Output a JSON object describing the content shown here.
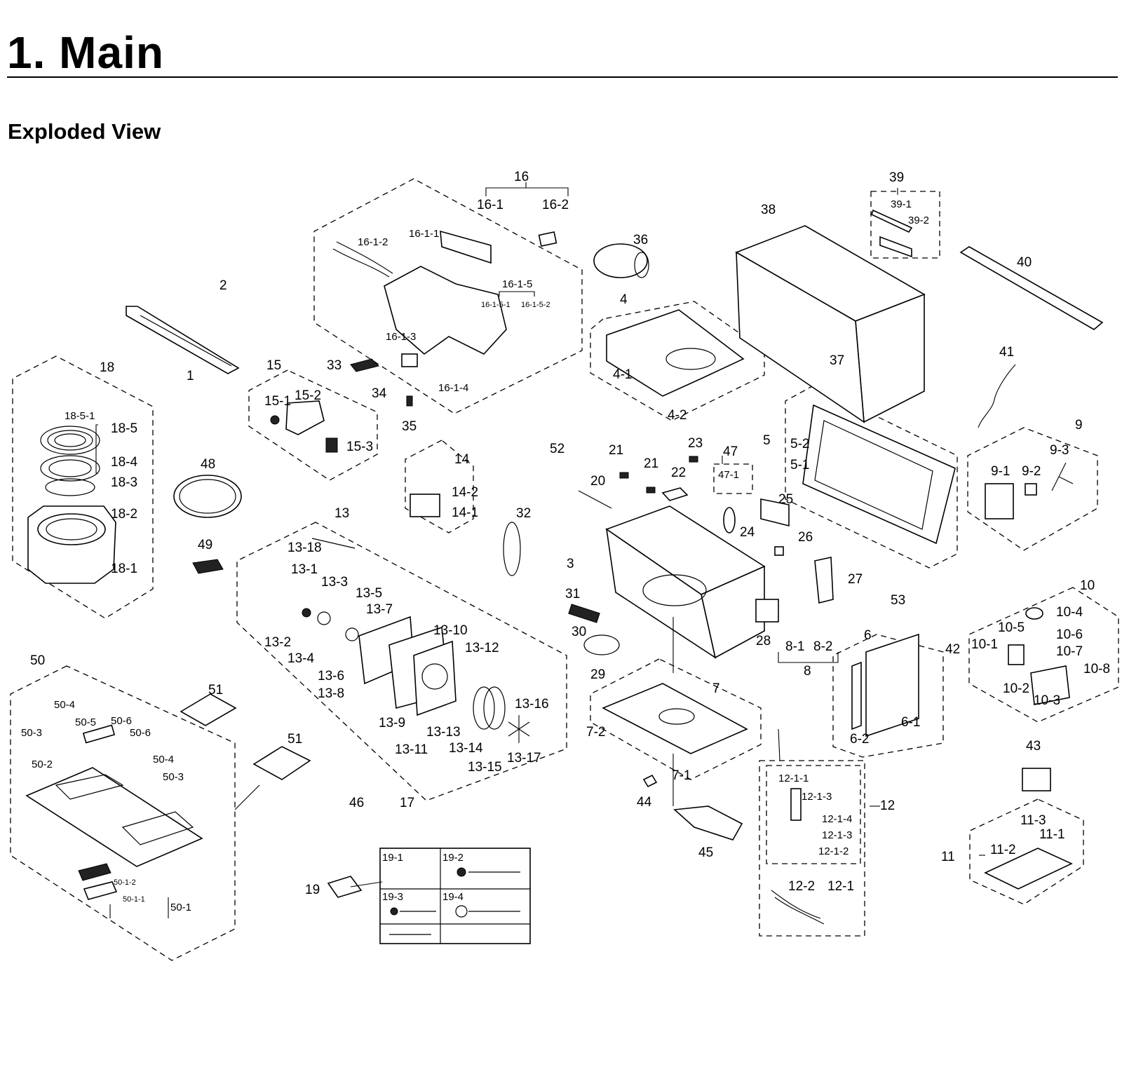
{
  "header": {
    "title": "1.  Main",
    "section": "Exploded View"
  },
  "parts": {
    "p1": "1",
    "p2": "2",
    "p3": "3",
    "p4": "4",
    "p4_1": "4-1",
    "p4_2": "4-2",
    "p5": "5",
    "p5_1": "5-1",
    "p5_2": "5-2",
    "p6": "6",
    "p6_1": "6-1",
    "p6_2": "6-2",
    "p7": "7",
    "p7_1": "7-1",
    "p7_2": "7-2",
    "p8": "8",
    "p8_1": "8-1",
    "p8_2": "8-2",
    "p9": "9",
    "p9_1": "9-1",
    "p9_2": "9-2",
    "p9_3": "9-3",
    "p10": "10",
    "p10_1": "10-1",
    "p10_2": "10-2",
    "p10_3": "10-3",
    "p10_4": "10-4",
    "p10_5": "10-5",
    "p10_6": "10-6",
    "p10_7": "10-7",
    "p10_8": "10-8",
    "p11": "11",
    "p11_1": "11-1",
    "p11_2": "11-2",
    "p11_3": "11-3",
    "p12": "12",
    "p12_1": "12-1",
    "p12_2": "12-2",
    "p12_1_1": "12-1-1",
    "p12_1_2": "12-1-2",
    "p12_1_3a": "12-1-3",
    "p12_1_3b": "12-1-3",
    "p12_1_4": "12-1-4",
    "p13": "13",
    "p13_1": "13-1",
    "p13_2": "13-2",
    "p13_3": "13-3",
    "p13_4": "13-4",
    "p13_5": "13-5",
    "p13_6": "13-6",
    "p13_7": "13-7",
    "p13_8": "13-8",
    "p13_9": "13-9",
    "p13_10": "13-10",
    "p13_11": "13-11",
    "p13_12": "13-12",
    "p13_13": "13-13",
    "p13_14": "13-14",
    "p13_15": "13-15",
    "p13_16": "13-16",
    "p13_17": "13-17",
    "p13_18": "13-18",
    "p14": "14",
    "p14_1": "14-1",
    "p14_2": "14-2",
    "p15": "15",
    "p15_1": "15-1",
    "p15_2": "15-2",
    "p15_3": "15-3",
    "p16": "16",
    "p16_1": "16-1",
    "p16_2": "16-2",
    "p16_1_1": "16-1-1",
    "p16_1_2": "16-1-2",
    "p16_1_3": "16-1-3",
    "p16_1_4": "16-1-4",
    "p16_1_5": "16-1-5",
    "p16_1_5_1": "16-1-5-1",
    "p16_1_5_2": "16-1-5-2",
    "p17": "17",
    "p18": "18",
    "p18_1": "18-1",
    "p18_2": "18-2",
    "p18_3": "18-3",
    "p18_4": "18-4",
    "p18_5": "18-5",
    "p18_5_1": "18-5-1",
    "p19": "19",
    "p19_1": "19-1",
    "p19_2": "19-2",
    "p19_3": "19-3",
    "p19_4": "19-4",
    "p20": "20",
    "p21a": "21",
    "p21b": "21",
    "p22": "22",
    "p23": "23",
    "p24": "24",
    "p25": "25",
    "p26": "26",
    "p27": "27",
    "p28": "28",
    "p29": "29",
    "p30": "30",
    "p31": "31",
    "p32": "32",
    "p33": "33",
    "p34": "34",
    "p35": "35",
    "p36": "36",
    "p37": "37",
    "p38": "38",
    "p39": "39",
    "p39_1": "39-1",
    "p39_2": "39-2",
    "p40": "40",
    "p41": "41",
    "p42": "42",
    "p43": "43",
    "p44": "44",
    "p45": "45",
    "p46": "46",
    "p47": "47",
    "p47_1": "47-1",
    "p48": "48",
    "p49": "49",
    "p50": "50",
    "p50_1": "50-1",
    "p50_1_1": "50-1-1",
    "p50_1_2": "50-1-2",
    "p50_2": "50-2",
    "p50_3a": "50-3",
    "p50_3b": "50-3",
    "p50_4a": "50-4",
    "p50_4b": "50-4",
    "p50_5": "50-5",
    "p50_6a": "50-6",
    "p50_6b": "50-6",
    "p51a": "51",
    "p51b": "51",
    "p52": "52",
    "p53": "53"
  }
}
